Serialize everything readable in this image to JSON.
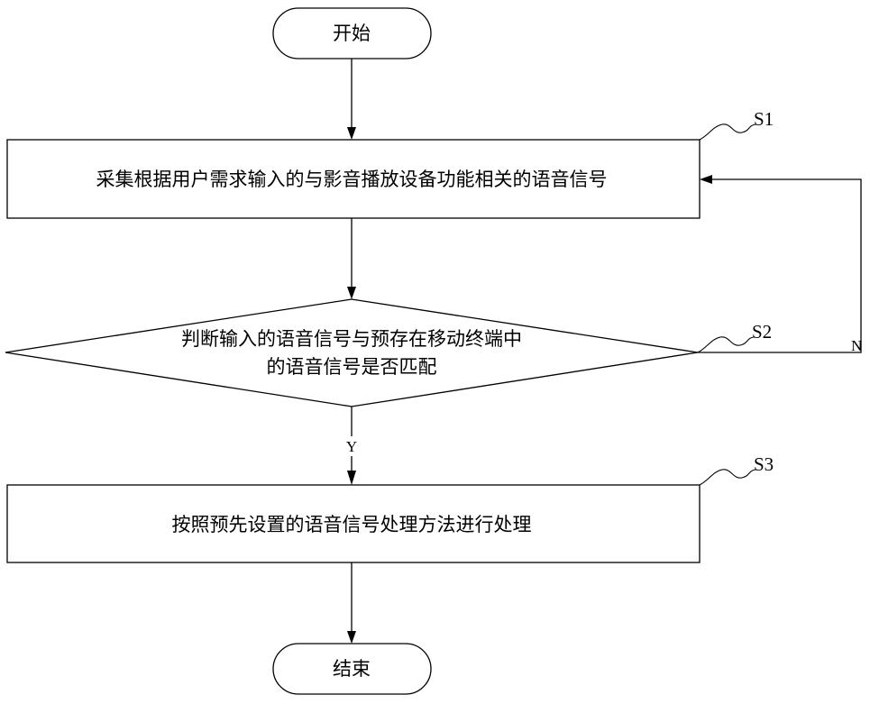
{
  "diagram": {
    "start_label": "开始",
    "end_label": "结束",
    "step_s1": {
      "id": "S1",
      "text": "采集根据用户需求输入的与影音播放设备功能相关的语音信号"
    },
    "step_s2": {
      "id": "S2",
      "text_line1": "判断输入的语音信号与预存在移动终端中",
      "text_line2": "的语音信号是否匹配"
    },
    "step_s3": {
      "id": "S3",
      "text": "按照预先设置的语音信号处理方法进行处理"
    },
    "branch_yes": "Y",
    "branch_no": "N"
  }
}
